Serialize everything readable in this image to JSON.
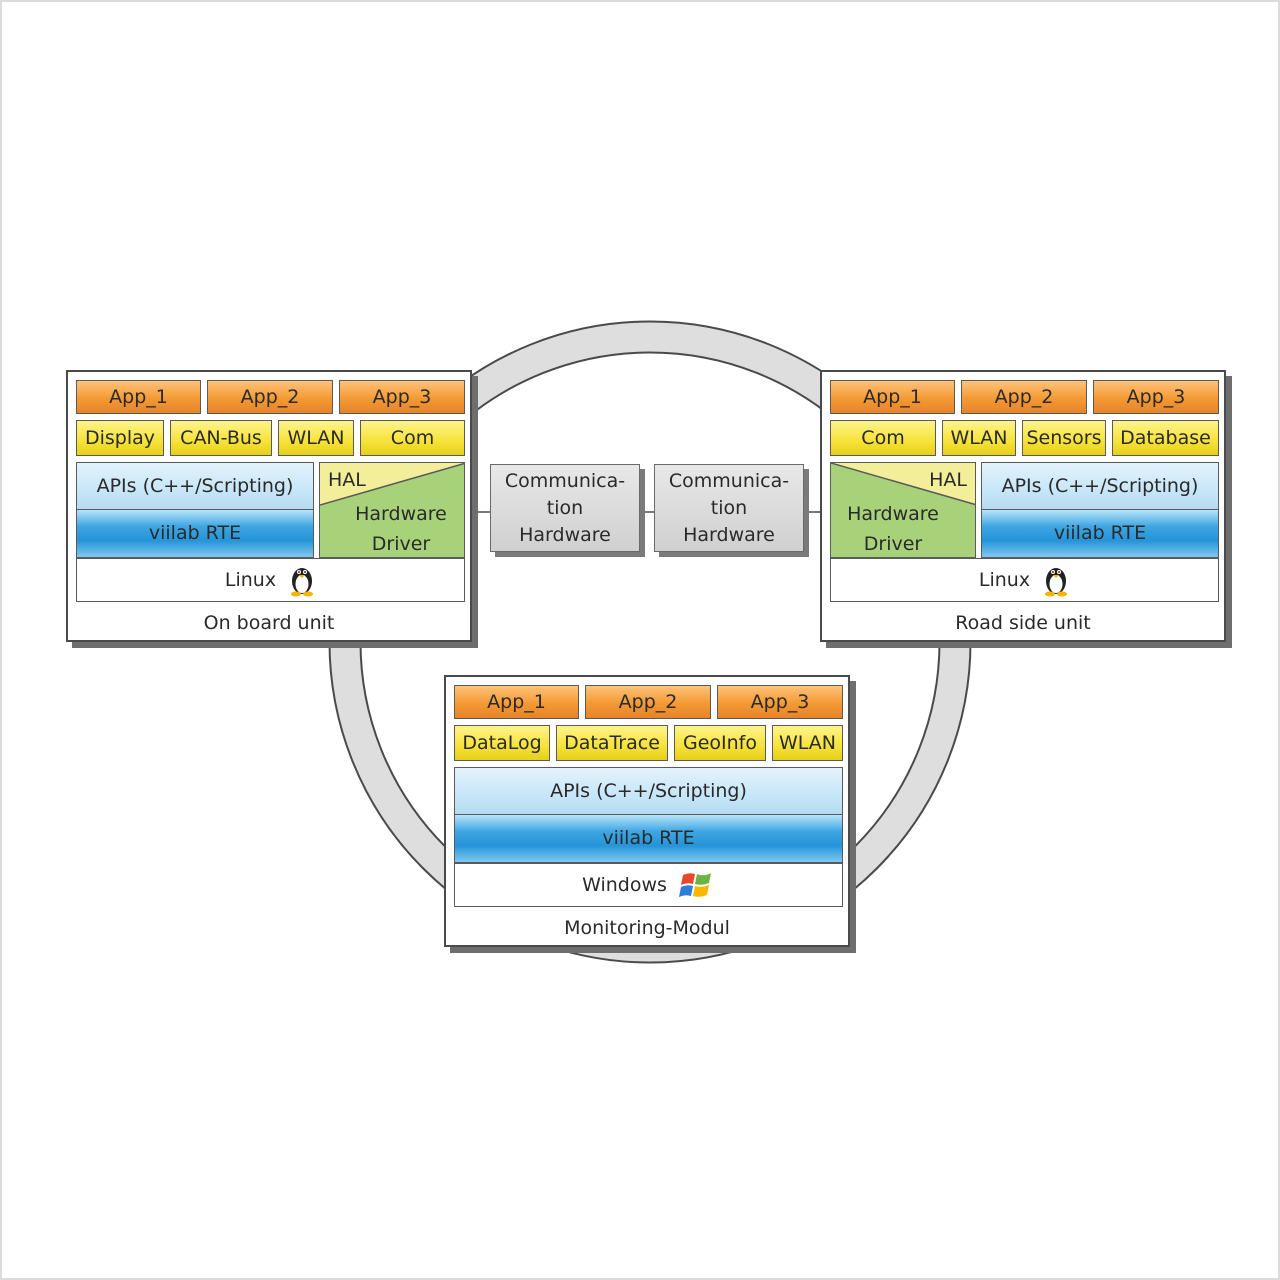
{
  "diagram": {
    "onboard": {
      "apps": [
        "App_1",
        "App_2",
        "App_3"
      ],
      "modules": [
        "Display",
        "CAN-Bus",
        "WLAN",
        "Com"
      ],
      "api": "APIs (C++/Scripting)",
      "rte": "viilab RTE",
      "hal": "HAL",
      "hw_driver_line1": "Hardware",
      "hw_driver_line2": "Driver",
      "os": "Linux",
      "os_icon": "tux-penguin-icon",
      "label": "On board unit"
    },
    "roadside": {
      "apps": [
        "App_1",
        "App_2",
        "App_3"
      ],
      "modules": [
        "Com",
        "WLAN",
        "Sensors",
        "Database"
      ],
      "api": "APIs (C++/Scripting)",
      "rte": "viilab RTE",
      "hal": "HAL",
      "hw_driver_line1": "Hardware",
      "hw_driver_line2": "Driver",
      "os": "Linux",
      "os_icon": "tux-penguin-icon",
      "label": "Road side unit"
    },
    "monitoring": {
      "apps": [
        "App_1",
        "App_2",
        "App_3"
      ],
      "modules": [
        "DataLog",
        "DataTrace",
        "GeoInfo",
        "WLAN"
      ],
      "api": "APIs (C++/Scripting)",
      "rte": "viilab RTE",
      "os": "Windows",
      "os_icon": "windows-logo-icon",
      "label": "Monitoring-Modul"
    },
    "comm_left": {
      "line1": "Communica-",
      "line2": "tion",
      "line3": "Hardware"
    },
    "comm_right": {
      "line1": "Communica-",
      "line2": "tion",
      "line3": "Hardware"
    },
    "colors": {
      "app": "#f39a34",
      "module": "#f6e238",
      "api": "#c7e6f8",
      "rte": "#2594d8",
      "hal": "#f3ee9a",
      "hardware_driver": "#a8d27a",
      "ring": "#dedede"
    }
  }
}
